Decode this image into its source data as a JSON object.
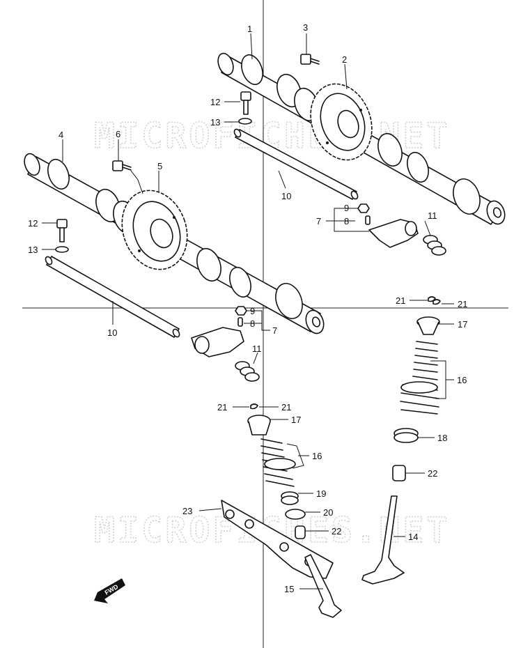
{
  "watermark": "MICROFICHES.NET",
  "forward_marker": "FWD",
  "callouts": {
    "c1": "1",
    "c2": "2",
    "c3": "3",
    "c4": "4",
    "c5": "5",
    "c6": "6",
    "c7a": "7",
    "c7b": "7",
    "c8a": "8",
    "c8b": "8",
    "c9a": "9",
    "c9b": "9",
    "c10a": "10",
    "c10b": "10",
    "c11a": "11",
    "c11b": "11",
    "c12a": "12",
    "c12b": "12",
    "c13a": "13",
    "c13b": "13",
    "c14": "14",
    "c15": "15",
    "c16a": "16",
    "c16b": "16",
    "c17a": "17",
    "c17b": "17",
    "c18": "18",
    "c19": "19",
    "c20": "20",
    "c21a": "21",
    "c21b": "21",
    "c21c": "21",
    "c21d": "21",
    "c22a": "22",
    "c22b": "22",
    "c23": "23"
  }
}
